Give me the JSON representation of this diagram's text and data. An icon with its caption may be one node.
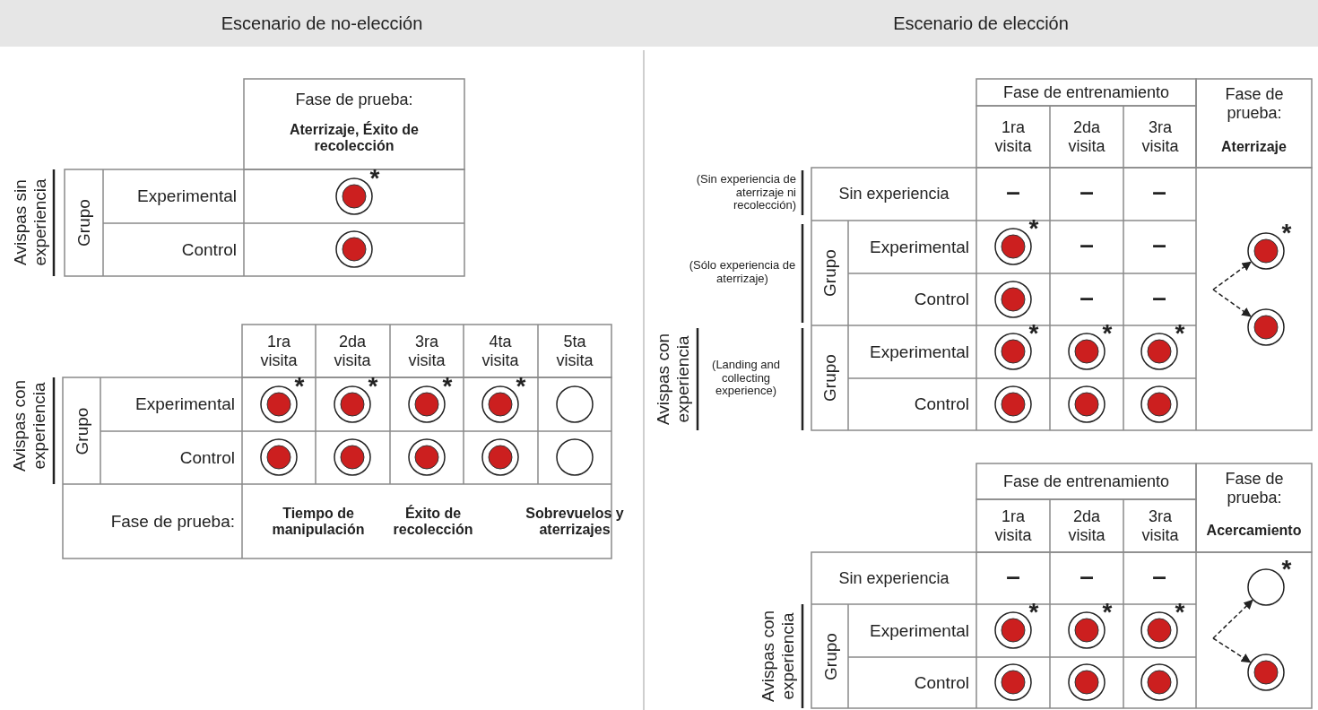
{
  "diagram": {
    "nodes": [
      {
        "text": [],
        "shape": "circle"
      },
      {
        "text": [],
        "shape": "circle"
      },
      {
        "text": [],
        "shape": "circle"
      },
      {
        "text": [],
        "shape": "circle"
      }
    ],
    "edges": [
      {
        "from": null,
        "to": 0,
        "arrow": "to",
        "style": "dashed"
      },
      {
        "from": null,
        "to": 1,
        "arrow": "to",
        "style": "dashed"
      },
      {
        "from": null,
        "to": 2,
        "arrow": "to",
        "style": "dashed"
      },
      {
        "from": null,
        "to": 3,
        "arrow": "to",
        "style": "dashed"
      }
    ],
    "labels": [
      "Escenario de no-elección",
      "Escenario de elección",
      "Fase de prueba:",
      "Aterrizaje, Éxito de recolección",
      "Avispas sin experiencia",
      "Grupo",
      "Experimental",
      "*",
      "Control",
      "1ra visita",
      "2da visita",
      "3ra visita",
      "4ta visita",
      "5ta visita",
      "Avispas con experiencia",
      "Grupo",
      "Experimental",
      "*",
      "*",
      "*",
      "*",
      "Control",
      "Fase de prueba:",
      "Tiempo de manipulación",
      "Éxito de recolección",
      "Sobrevuelos y aterrizajes",
      "Fase de entrenamiento",
      "Fase de prueba:",
      "Aterrizaje",
      "1ra visita",
      "2da visita",
      "3ra visita",
      "(Sin experiencia de aterrizaje ni recolección)",
      "Sin experiencia",
      "–",
      "–",
      "–",
      "(Sólo experiencia de aterrizaje)",
      "Grupo",
      "Experimental",
      "*",
      "–",
      "–",
      "*",
      "Control",
      "–",
      "–",
      "Avispas con experiencia",
      "(Landing and collecting experience)",
      "Grupo",
      "Experimental",
      "*",
      "*",
      "*",
      "Control",
      "Fase de entrenamiento",
      "Fase de prueba:",
      "Acercamiento",
      "1ra visita",
      "2da visita",
      "3ra visita",
      "Sin experiencia",
      "–",
      "–",
      "–",
      "*",
      "Avispas con experiencia",
      "Grupo",
      "Experimental",
      "*",
      "*",
      "*",
      "Control"
    ]
  }
}
